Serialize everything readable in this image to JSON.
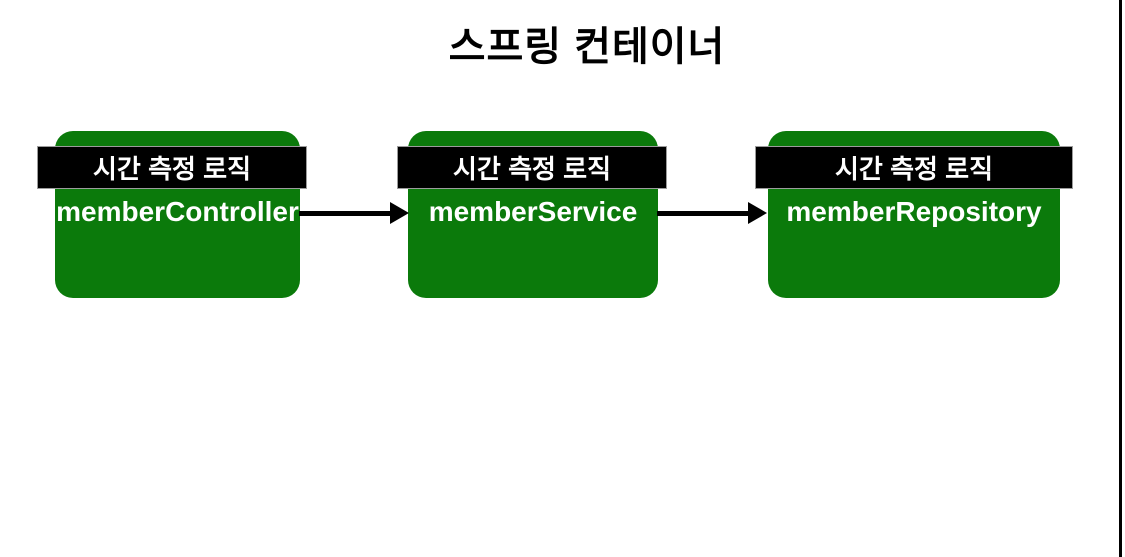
{
  "title": "스프링 컨테이너",
  "diagram": {
    "nodes": [
      {
        "banner": "시간 측정 로직",
        "label": "memberController"
      },
      {
        "banner": "시간 측정 로직",
        "label": "memberService"
      },
      {
        "banner": "시간 측정 로직",
        "label": "memberRepository"
      }
    ],
    "arrows": [
      {
        "from": "memberController",
        "to": "memberService",
        "direction": "right"
      },
      {
        "from": "memberService",
        "to": "memberRepository",
        "direction": "right"
      }
    ]
  },
  "colors": {
    "background": "#ffffff",
    "node_fill": "#0b7a0b",
    "banner_fill": "#000000",
    "banner_border": "#9c9c9c",
    "node_text": "#ffffff",
    "banner_text": "#ffffff",
    "title_text": "#000000",
    "arrow": "#000000",
    "slide_border": "#000000"
  }
}
